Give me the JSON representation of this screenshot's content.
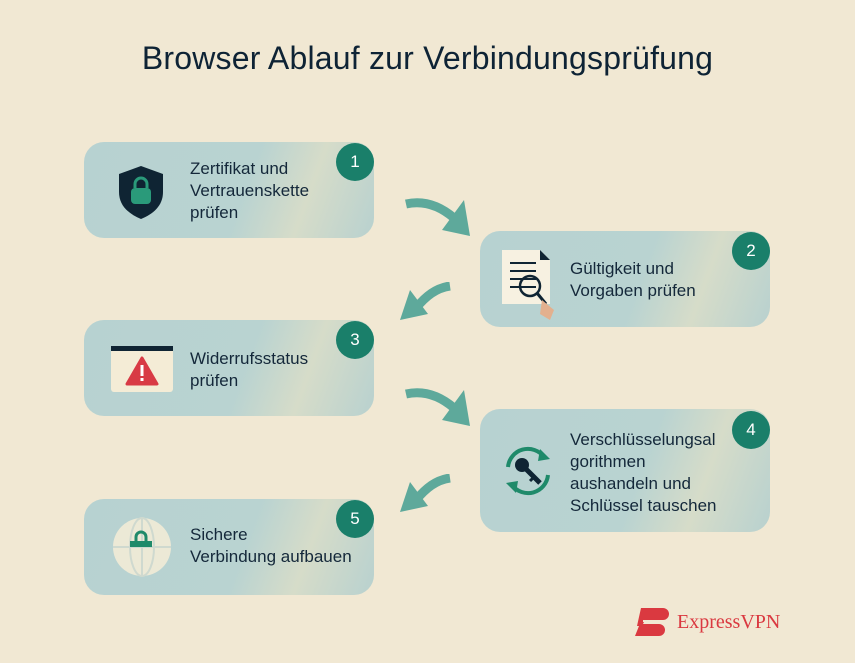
{
  "title": "Browser Ablauf zur Verbindungsprüfung",
  "steps": [
    {
      "number": "1",
      "label": "Zertifikat und Vertrauenskette prüfen",
      "lines": [
        "Zertifikat und",
        "Vertrauenskette",
        "prüfen"
      ],
      "icon": "shield-lock-icon"
    },
    {
      "number": "2",
      "label": "Gültigkeit und Vorgaben prüfen",
      "lines": [
        "Gültigkeit und",
        "Vorgaben prüfen"
      ],
      "icon": "document-magnifier-icon"
    },
    {
      "number": "3",
      "label": "Widerrufsstatus prüfen",
      "lines": [
        "Widerrufsstatus",
        "prüfen"
      ],
      "icon": "browser-warning-icon"
    },
    {
      "number": "4",
      "label": "Verschlüsselungsalgorithmen aushandeln und Schlüssel tauschen",
      "lines": [
        "Verschlüsselungsal",
        "gorithmen",
        "aushandeln und",
        "Schlüssel tauschen"
      ],
      "icon": "key-exchange-icon"
    },
    {
      "number": "5",
      "label": "Sichere Verbindung aufbauen",
      "lines": [
        "Sichere",
        "Verbindung aufbauen"
      ],
      "icon": "globe-lock-icon"
    }
  ],
  "logo": {
    "text": "ExpressVPN"
  },
  "colors": {
    "background": "#f1e8d3",
    "card": "#b7d2d1",
    "badge": "#1a7f6a",
    "arrow": "#5ea99b",
    "text": "#0e2335",
    "brand": "#da3940",
    "warning": "#d83a45"
  }
}
